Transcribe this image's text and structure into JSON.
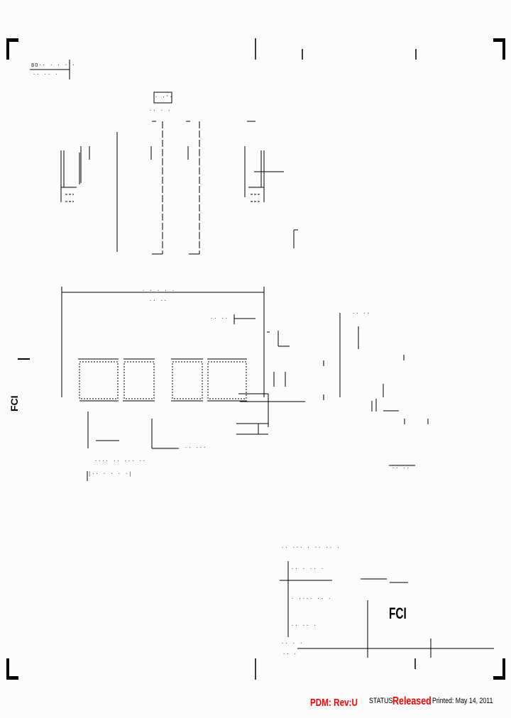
{
  "drawing": {
    "type": "engineering-drawing",
    "legibility": "degraded",
    "top_left_box": {
      "line1": "BO··  ·  · · ·",
      "line2": "·· ·· ·"
    },
    "views": [
      {
        "name": "side-view-top",
        "label_box": "· ·'·",
        "sublabel": "·· · ·"
      },
      {
        "name": "front-view",
        "dimension_top": "· · · · ·",
        "dimension_sub": "·· ··"
      },
      {
        "name": "end-view",
        "dimension": "·· ··"
      },
      {
        "name": "detail-view",
        "dimension": "·· ··"
      }
    ],
    "dimension_labels": [
      "·· ···",
      "·· ··",
      "···· ·· ··· ··",
      "|·· · · · ·|"
    ]
  },
  "title_block": {
    "company_logo": "FCI",
    "side_logo": "FCI",
    "rows": [
      "·· ··· · ·· ·· ·",
      "·· · ·· ·",
      "· ···· ·· ·",
      "·· ·· ·"
    ],
    "sheet_label": "·· · ·",
    "scale_label": "·· ·"
  },
  "footer": {
    "pdm": "PDM: Rev:U",
    "status_label": "STATUS:",
    "status_value": "Released",
    "printed": "Printed: May 14, 2011"
  },
  "colors": {
    "accent": "#ff0000",
    "ink": "#000000",
    "paper": "#fdfbfc"
  }
}
